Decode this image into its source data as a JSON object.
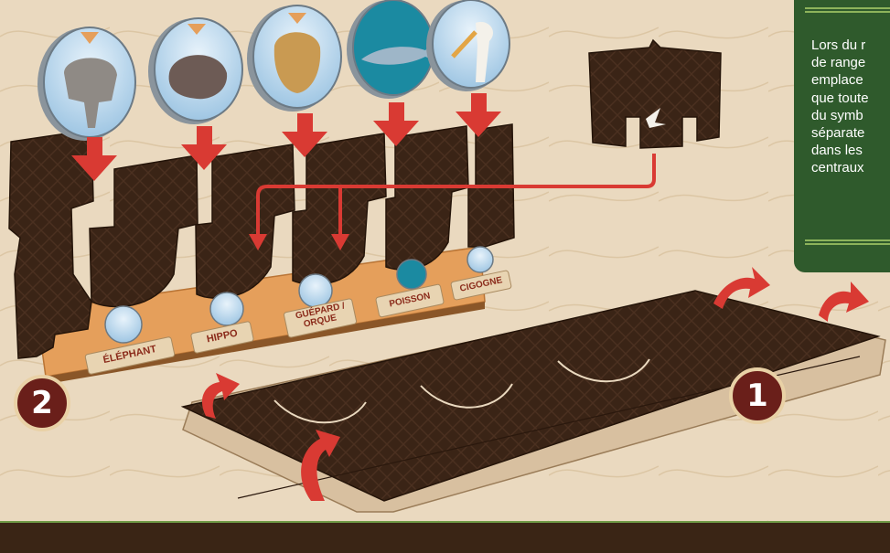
{
  "info_panel": {
    "lines": [
      "Lors du r",
      "de range",
      "emplace",
      "que toute",
      "du symb",
      "séparate",
      "dans les",
      "centraux"
    ]
  },
  "steps": {
    "one": "1",
    "two": "2"
  },
  "organizer": {
    "labels": [
      "ÉLÉPHANT",
      "HIPPO",
      "GUÉPARD /",
      "ORQUE",
      "POISSON",
      "CIGOGNE"
    ]
  },
  "tokens": {
    "icons": [
      "elephant-token-icon",
      "hippo-token-icon",
      "cheetah-token-icon",
      "fish-token-icon",
      "stork-token-icon"
    ]
  },
  "colors": {
    "background": "#ead9bf",
    "panel": "#2f5a2c",
    "arrow": "#d93a33",
    "box": "#3a2416",
    "tray": "#e59f5b",
    "badge": "#6a1f1a"
  }
}
